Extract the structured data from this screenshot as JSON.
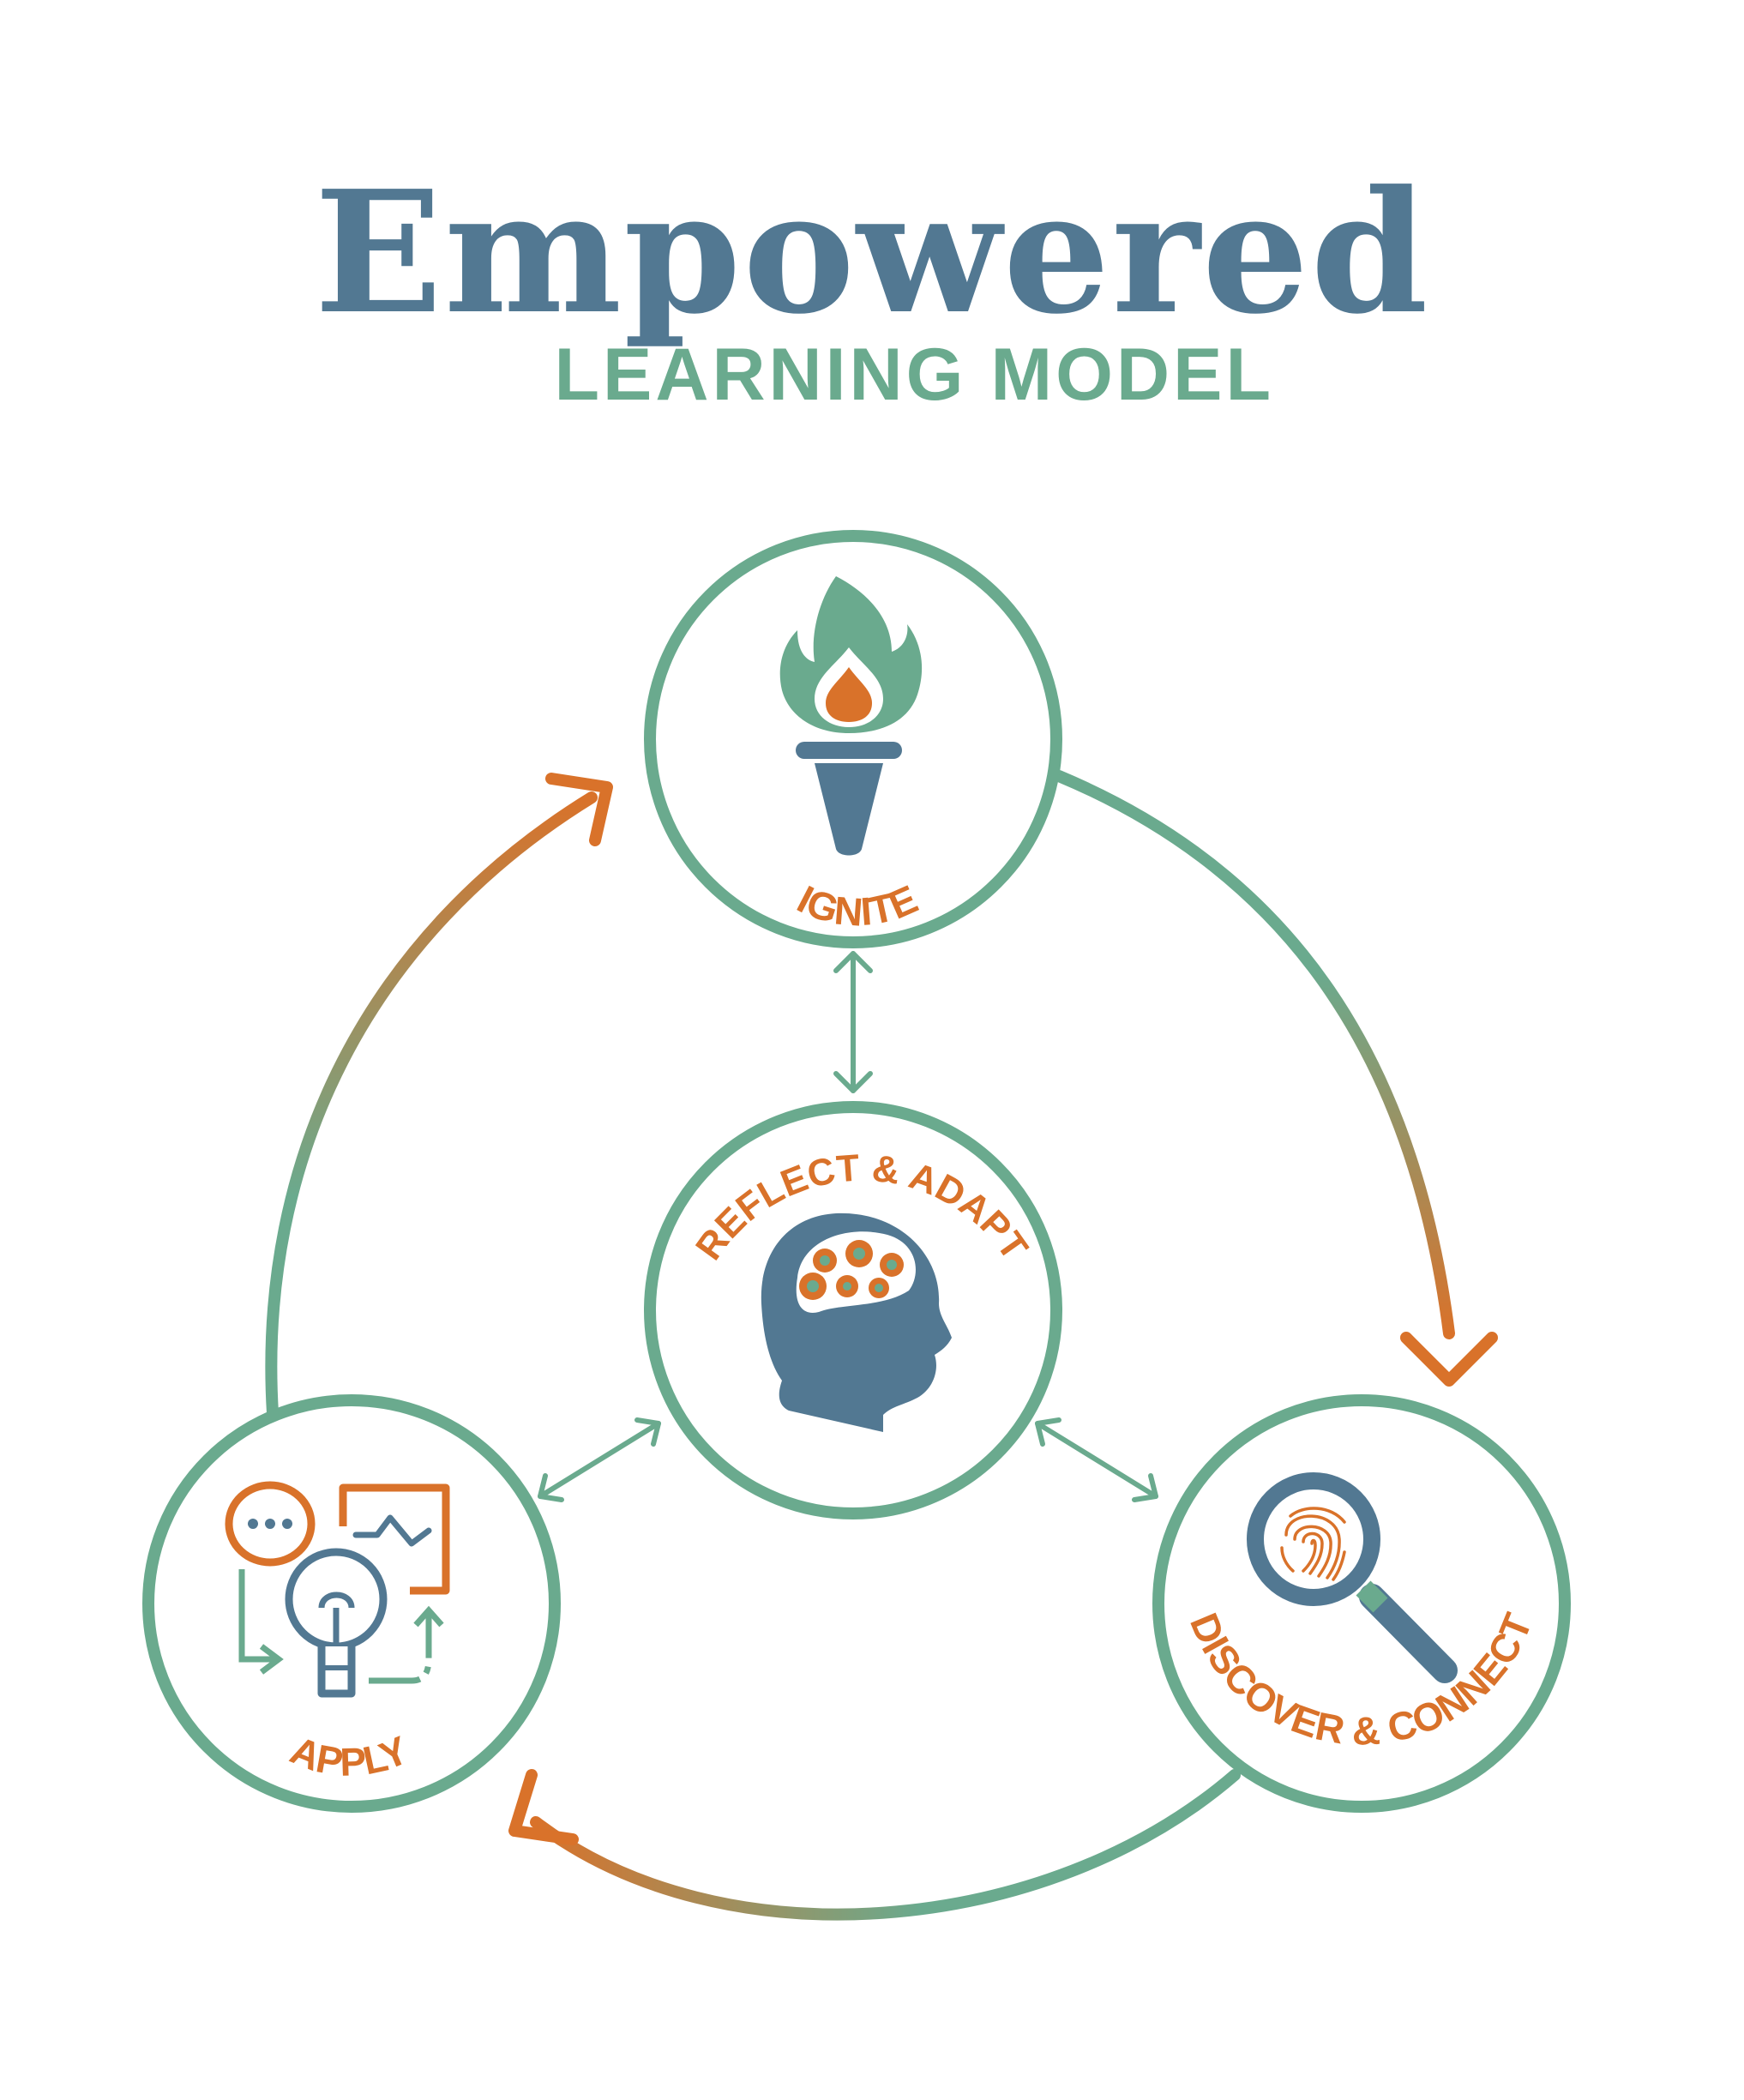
{
  "header": {
    "title": "Empowered",
    "subtitle": "LEARNING MODEL"
  },
  "nodes": {
    "ignite": {
      "label": "IGNITE",
      "icon": "torch-icon"
    },
    "discover": {
      "label": "DISCOVER & CONNECT",
      "icon": "magnifier-fingerprint-icon"
    },
    "apply": {
      "label": "APPLY",
      "icon": "lightbulb-process-icon"
    },
    "reflect": {
      "label": "REFLECT & ADAPT",
      "icon": "head-gears-icon"
    }
  },
  "colors": {
    "green": "#6aaa8e",
    "orange": "#d9722a",
    "blue": "#527892",
    "white": "#ffffff"
  }
}
